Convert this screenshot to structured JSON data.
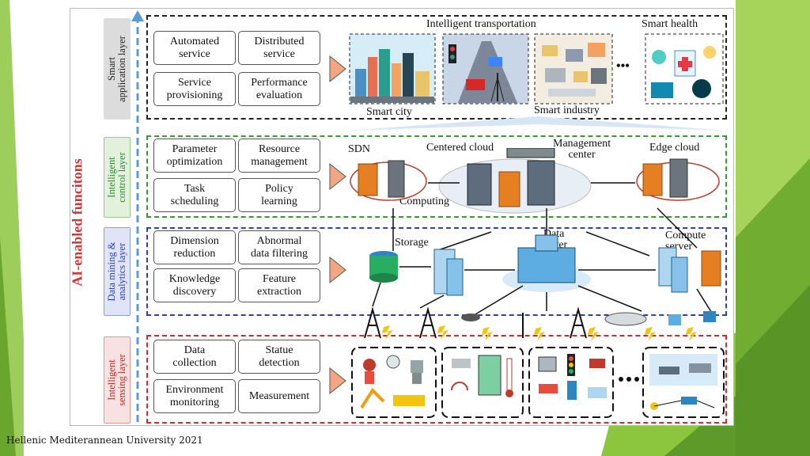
{
  "footer": "Hellenic Mediterannean University 2021",
  "side_title": "AI-enabled funcitons",
  "colors": {
    "smart_layer": "#e0e0e0",
    "control_layer": "#33a02c",
    "analytics_layer": "#2b3fbf",
    "sensing_layer": "#d62a2a",
    "accent_green": "#8cc63f",
    "side_title": "#d63434"
  },
  "layers": {
    "smart": {
      "tab": "Smart\napplication layer",
      "functions": [
        "Automated\nservice",
        "Distributed\nservice",
        "Service\nprovisioning",
        "Performance\nevaluation"
      ],
      "apps": {
        "transportation": "Intelligent transportation",
        "health": "Smart health",
        "city": "Smart city",
        "industry": "Smart industry"
      }
    },
    "control": {
      "tab": "Intelligent\ncontrol layer",
      "functions": [
        "Parameter\noptimization",
        "Resource\nmanagement",
        "Task\nscheduling",
        "Policy\nlearning"
      ],
      "labels": {
        "sdn": "SDN",
        "centered_cloud": "Centered cloud",
        "management_center": "Management\ncenter",
        "edge_cloud": "Edge cloud",
        "computing": "Computing"
      }
    },
    "analytics": {
      "tab": "Data mining &\nanalytics layer",
      "functions": [
        "Dimension\nreduction",
        "Abnormal\ndata filtering",
        "Knowledge\ndiscovery",
        "Feature\nextraction"
      ],
      "labels": {
        "storage": "Storage",
        "data_center": "Data\ncenter",
        "compute_server": "Compute\nserver"
      }
    },
    "sensing": {
      "tab": "Intelligent\nsensing layer",
      "functions": [
        "Data\ncollection",
        "Statue\ndetection",
        "Environment\nmonitoring",
        "Measurement"
      ]
    }
  },
  "ellipsis": "•••"
}
